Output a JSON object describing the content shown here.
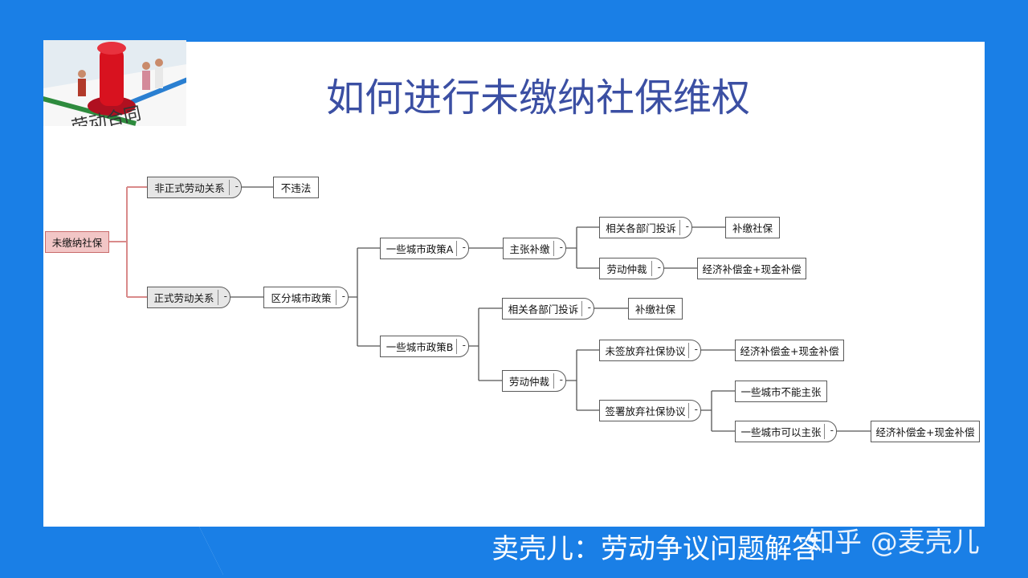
{
  "title": "如何进行未缴纳社保维权",
  "footer": "卖壳儿：劳动争议问题解答",
  "watermark": "知乎 @麦壳儿",
  "photo_caption": "劳动合同",
  "nodes": {
    "root": "未缴纳社保",
    "informal": "非正式劳动关系",
    "not_illegal": "不违法",
    "formal": "正式劳动关系",
    "city_policy": "区分城市政策",
    "policy_a": "一些城市政策A",
    "claim_pay": "主张补缴",
    "complain_a": "相关各部门投诉",
    "back_pay_a": "补缴社保",
    "arbitration_a": "劳动仲裁",
    "comp_a": "经济补偿金+现金补偿",
    "policy_b": "一些城市政策B",
    "complain_b": "相关各部门投诉",
    "back_pay_b": "补缴社保",
    "arbitration_b": "劳动仲裁",
    "not_signed": "未签放弃社保协议",
    "comp_b": "经济补偿金+现金补偿",
    "signed": "签署放弃社保协议",
    "cannot_claim": "一些城市不能主张",
    "can_claim": "一些城市可以主张",
    "comp_c": "经济补偿金+现金补偿"
  },
  "colors": {
    "background": "#1a7fe6",
    "title": "#3b4fa3",
    "root_fill": "#f2c6c6",
    "root_line": "#c96b6b"
  }
}
